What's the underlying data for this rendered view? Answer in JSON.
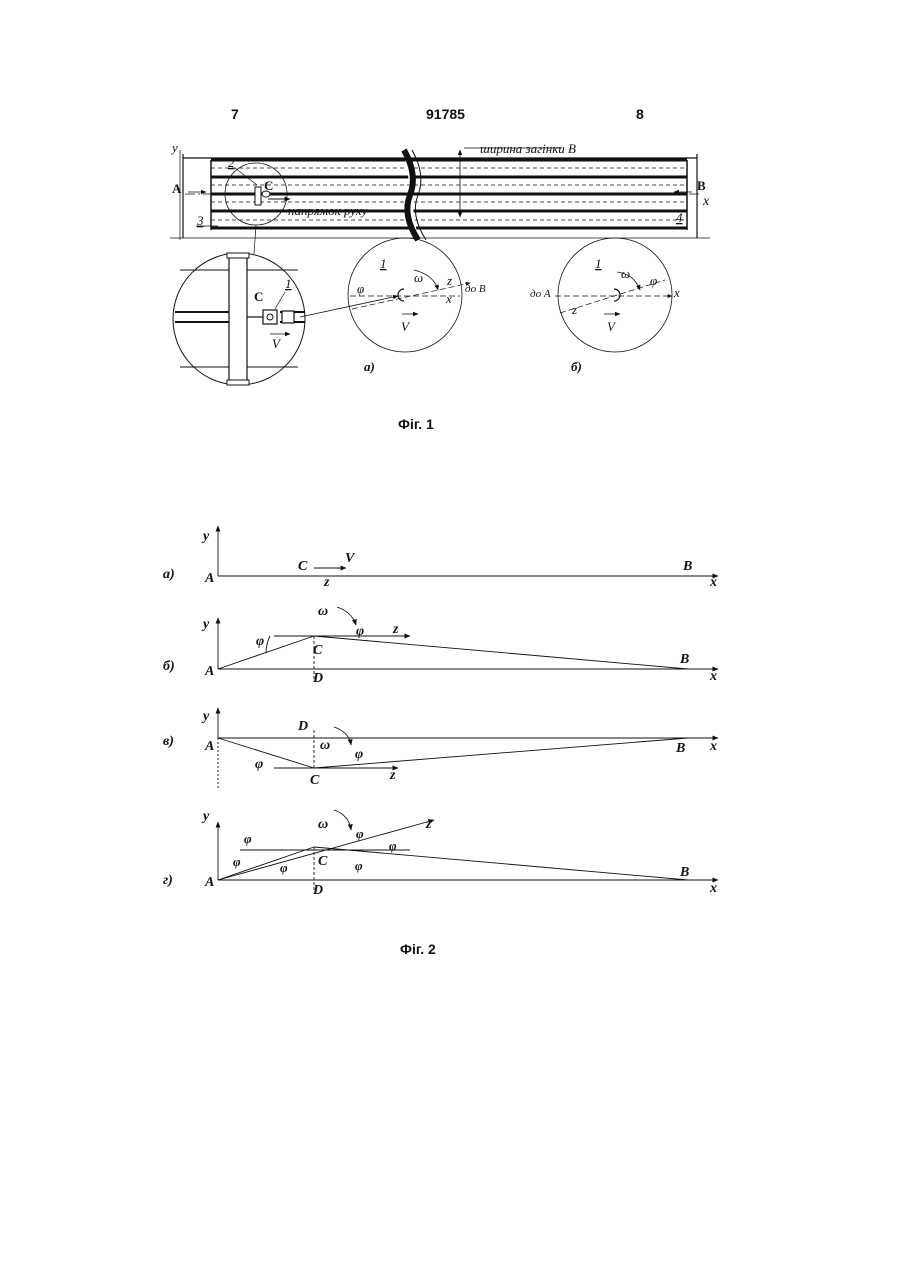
{
  "header": {
    "left_page": "7",
    "patent_number": "91785",
    "right_page": "8"
  },
  "fig1": {
    "caption": "Фіг. 1",
    "width_label": "ширина загінки B",
    "direction_label": "напрямок руху",
    "label_A": "A",
    "label_B": "B",
    "label_C": "C",
    "label_x": "x",
    "label_y": "y",
    "num_1": "1",
    "num_2": "2",
    "num_3": "3",
    "num_4": "4",
    "zoom_C": "C",
    "zoom_1": "1",
    "zoom_va": "V",
    "circle_a": {
      "sub": "а)",
      "num": "1",
      "omega": "ω",
      "z": "z",
      "phi": "φ",
      "to_B": "до B",
      "x": "x",
      "va": "V"
    },
    "circle_b": {
      "sub": "б)",
      "num": "1",
      "omega": "ω",
      "phi": "φ",
      "to_A": "до A",
      "z": "z",
      "x": "x",
      "va": "V"
    }
  },
  "fig2": {
    "caption": "Фіг. 2",
    "panel_a": {
      "sub": "а)",
      "A": "A",
      "C": "C",
      "B": "B",
      "x": "x",
      "y": "y",
      "z": "z",
      "va": "V"
    },
    "panel_b": {
      "sub": "б)",
      "A": "A",
      "C": "C",
      "B": "B",
      "D": "D",
      "x": "x",
      "y": "y",
      "z": "z",
      "omega": "ω",
      "phi1": "φ",
      "phi2": "φ"
    },
    "panel_v": {
      "sub": "в)",
      "A": "A",
      "C": "C",
      "B": "B",
      "D": "D",
      "x": "x",
      "y": "y",
      "z": "z",
      "omega": "ω",
      "phi1": "φ",
      "phi2": "φ"
    },
    "panel_g": {
      "sub": "г)",
      "A": "A",
      "C": "C",
      "B": "B",
      "D": "D",
      "x": "x",
      "y": "y",
      "z": "z",
      "omega": "ω",
      "phi1": "φ",
      "phi1p": "φ",
      "phi1pp": "φ",
      "phi2": "φ",
      "phi2p": "φ",
      "phi2pp": "φ"
    }
  }
}
